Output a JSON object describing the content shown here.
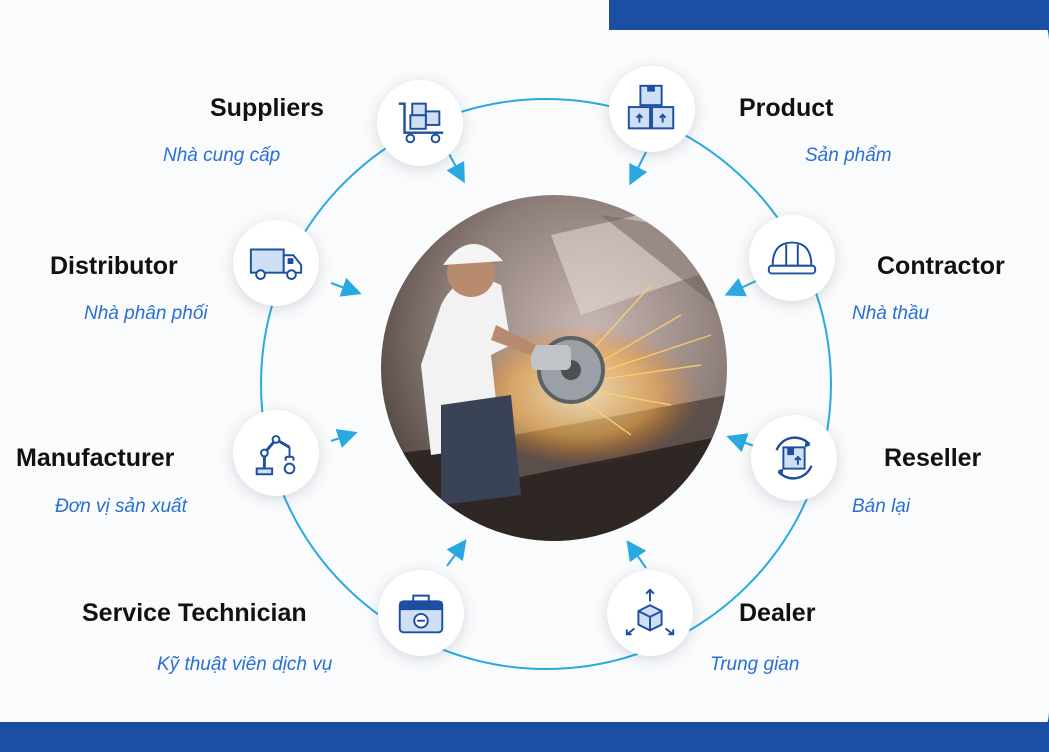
{
  "nodes": {
    "suppliers": {
      "title": "Suppliers",
      "subtitle": "Nhà cung cấp",
      "icon": "cart-boxes-icon"
    },
    "product": {
      "title": "Product",
      "subtitle": "Sản phẩm",
      "icon": "stacked-boxes-icon"
    },
    "contractor": {
      "title": "Contractor",
      "subtitle": "Nhà thầu",
      "icon": "hard-hat-icon"
    },
    "reseller": {
      "title": "Reseller",
      "subtitle": "Bán lại",
      "icon": "box-cycle-icon"
    },
    "dealer": {
      "title": "Dealer",
      "subtitle": "Trung gian",
      "icon": "box-arrows-icon"
    },
    "service": {
      "title": "Service Technician",
      "subtitle": "Kỹ thuật viên dịch vụ",
      "icon": "toolbox-icon"
    },
    "manufacturer": {
      "title": "Manufacturer",
      "subtitle": "Đơn vị sản xuất",
      "icon": "robot-arm-icon"
    },
    "distributor": {
      "title": "Distributor",
      "subtitle": "Nhà phân phối",
      "icon": "truck-icon"
    }
  },
  "center_image": "worker-grinding-metal-photo",
  "colors": {
    "ring": "#29a9e0",
    "accent": "#1a4fa3",
    "subtitle": "#2a6fd6",
    "icon_blue": "#1c4fa0",
    "icon_light": "#cfe0f5"
  }
}
